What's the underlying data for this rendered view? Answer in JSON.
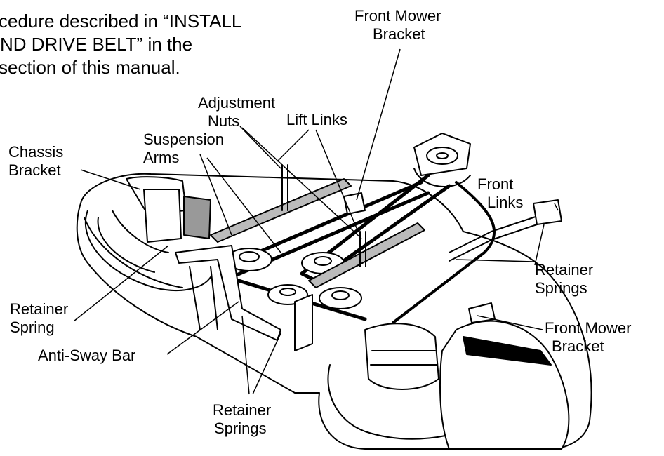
{
  "intro_text": {
    "line1": "cedure described in “INSTALL",
    "line2": "ND DRIVE BELT” in the",
    "line3": "section of this manual."
  },
  "labels": {
    "front_mower_bracket_top": [
      "Front Mower",
      "Bracket"
    ],
    "adjustment_nuts": [
      "Adjustment",
      "Nuts"
    ],
    "lift_links": "Lift Links",
    "suspension_arms": [
      "Suspension",
      "Arms"
    ],
    "chassis_bracket": [
      "Chassis",
      "Bracket"
    ],
    "front_links": [
      "Front",
      "Links"
    ],
    "retainer_springs_right": [
      "Retainer",
      "Springs"
    ],
    "retainer_spring_left": [
      "Retainer",
      "Spring"
    ],
    "anti_sway_bar": "Anti-Sway Bar",
    "front_mower_bracket_bottom": [
      "Front Mower",
      "Bracket"
    ],
    "retainer_springs_bottom": [
      "Retainer",
      "Springs"
    ]
  }
}
